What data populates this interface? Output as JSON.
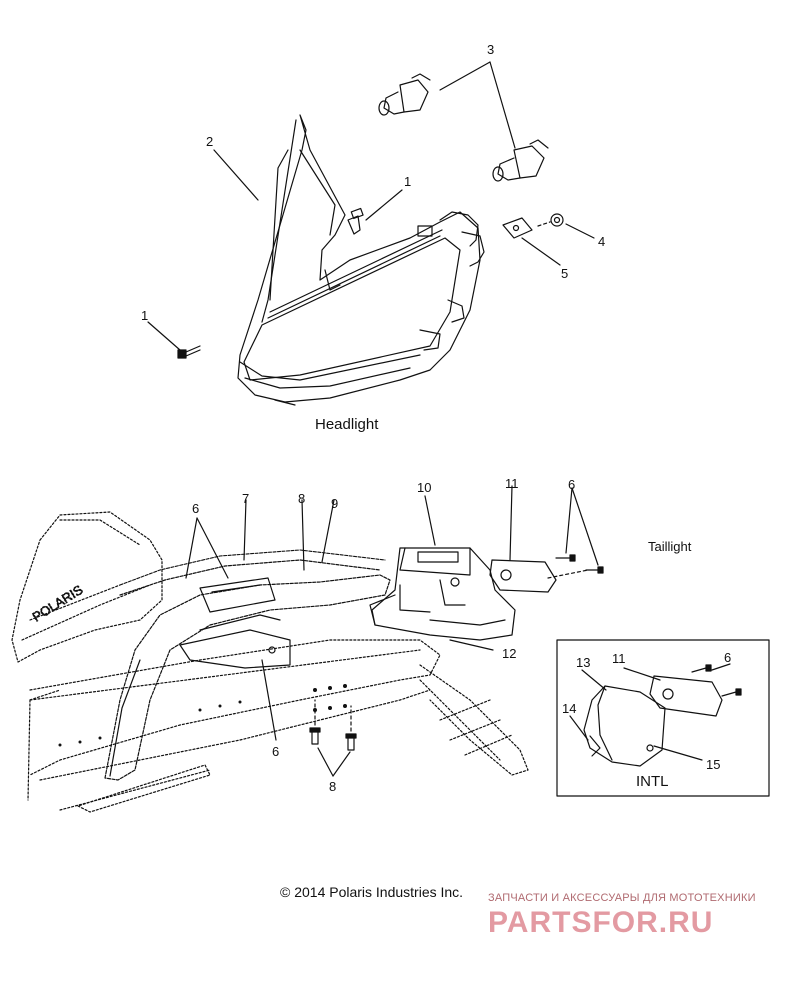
{
  "captions": {
    "headlight": "Headlight",
    "taillight": "Taillight",
    "intl": "INTL",
    "seat_brand": "POLARIS"
  },
  "callouts": {
    "c1a": "1",
    "c1b": "1",
    "c2": "2",
    "c3": "3",
    "c4": "4",
    "c5": "5",
    "c6a": "6",
    "c6b": "6",
    "c6c": "6",
    "c6d": "6",
    "c7": "7",
    "c8a": "8",
    "c8b": "8",
    "c9": "9",
    "c10": "10",
    "c11a": "11",
    "c11b": "11",
    "c12": "12",
    "c13": "13",
    "c14": "14",
    "c15": "15"
  },
  "footer": {
    "copyright": "© 2014 Polaris Industries Inc.",
    "watermark_tagline": "ЗАПЧАСТИ И АКСЕССУАРЫ ДЛЯ МОТОТЕХНИКИ",
    "watermark_brand": "PARTSFOR.RU"
  },
  "colors": {
    "line": "#111111",
    "watermark": "#e39aa2"
  }
}
